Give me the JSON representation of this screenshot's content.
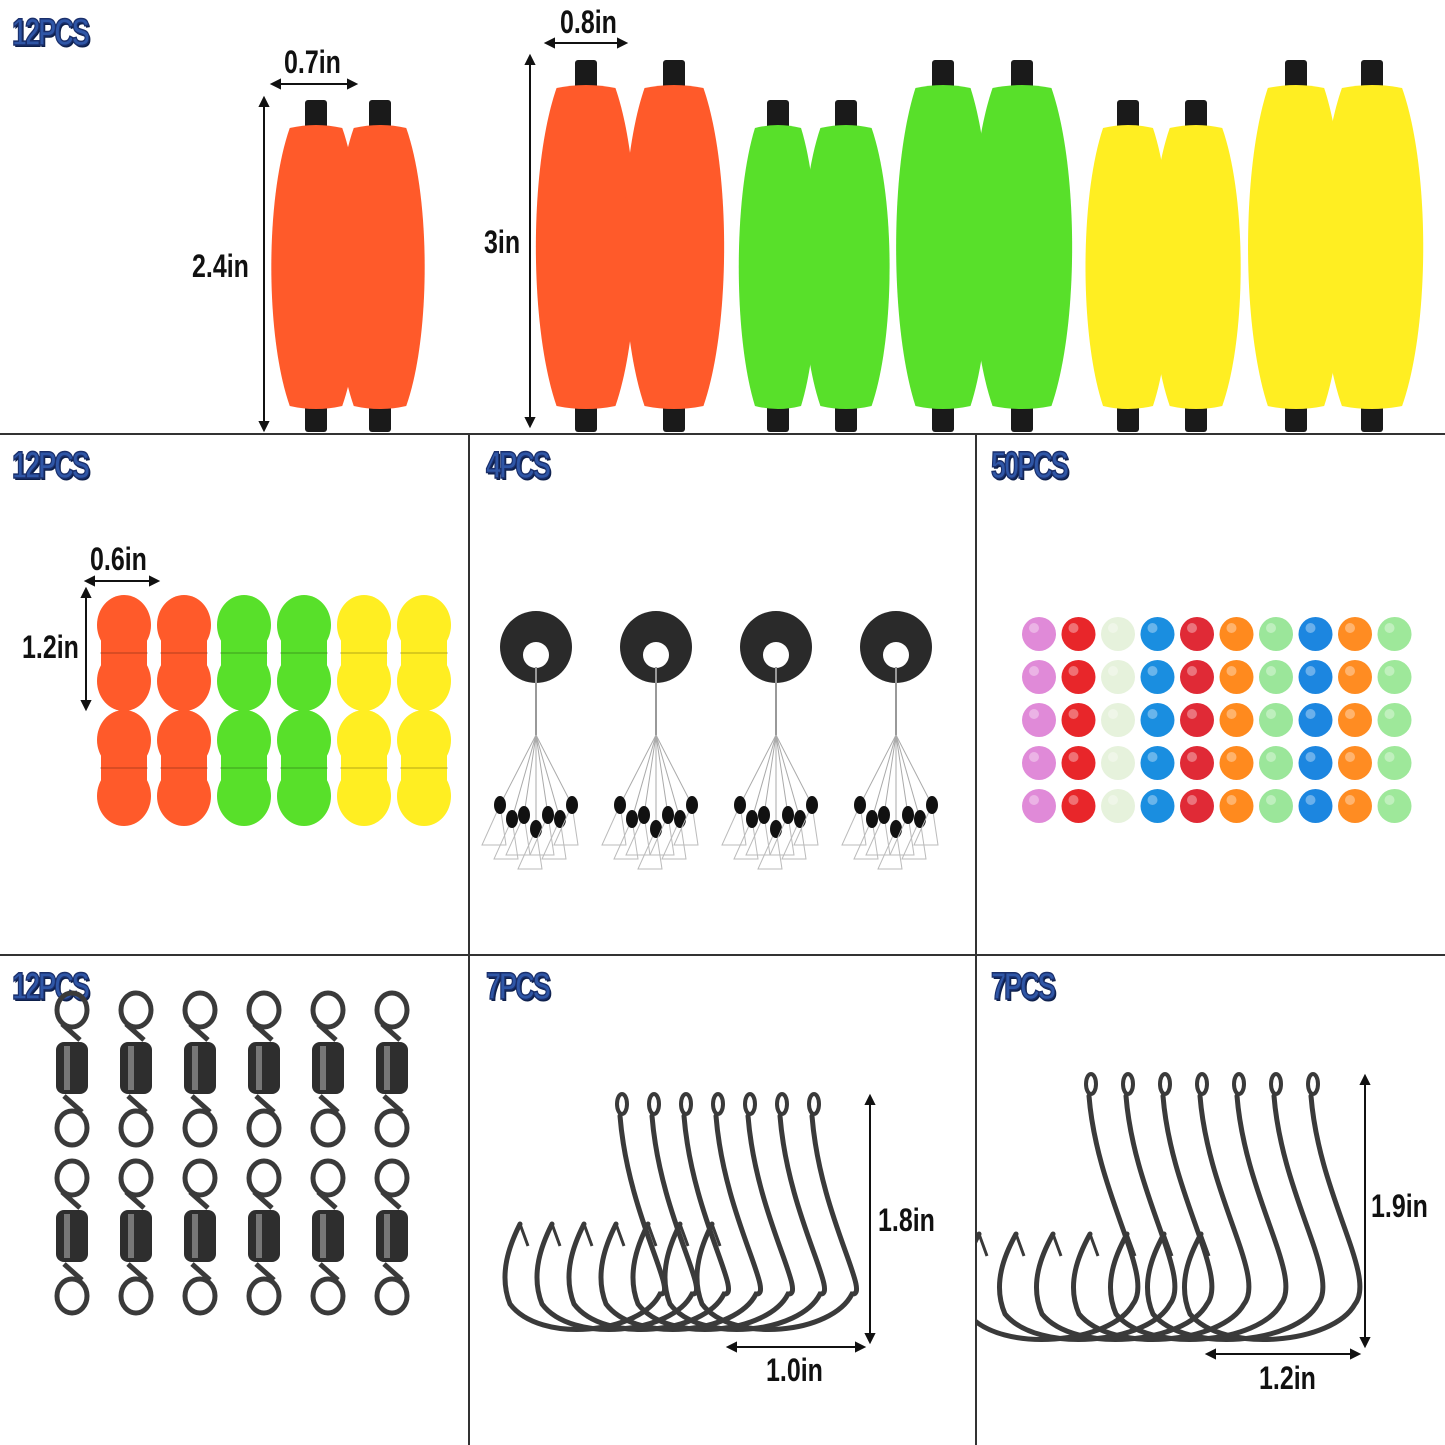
{
  "panels": {
    "floats": {
      "count": "12PCS",
      "small_width": "0.7in",
      "small_height": "2.4in",
      "large_width": "0.8in",
      "large_height": "3in"
    },
    "bobber_pegs": {
      "count": "12PCS",
      "width": "0.6in",
      "height": "1.2in"
    },
    "stoppers": {
      "count": "4PCS"
    },
    "beads": {
      "count": "50PCS"
    },
    "swivels": {
      "count": "12PCS"
    },
    "hooks_small": {
      "count": "7PCS",
      "height": "1.8in",
      "width": "1.0in"
    },
    "hooks_large": {
      "count": "7PCS",
      "height": "1.9in",
      "width": "1.2in"
    }
  },
  "colors": {
    "orange": "#ff5a2a",
    "green": "#58e02a",
    "yellow": "#ffee22",
    "label_blue": "#2f56a6"
  },
  "bead_colors": [
    "#e08ad8",
    "#e8262a",
    "#e6f2dc",
    "#1a8ee0",
    "#e02a36",
    "#ff8a1e",
    "#9be69a",
    "#1c86e0",
    "#ff8c22",
    "#9ee89a"
  ]
}
